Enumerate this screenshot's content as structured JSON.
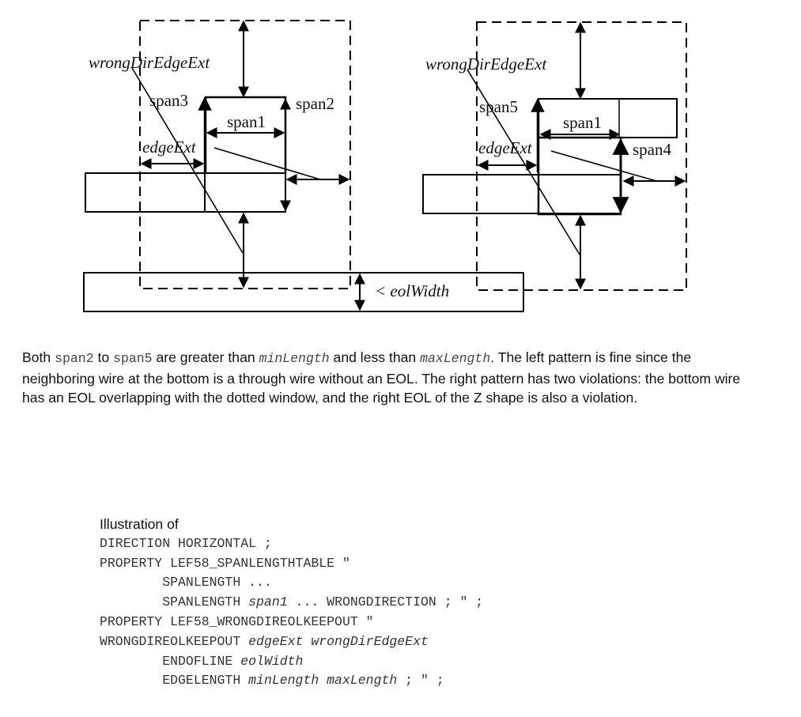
{
  "diagram": {
    "left_pattern": {
      "labels": {
        "wrong_dir_edge_ext": "wrongDirEdgeExt",
        "span3": "span3",
        "span2": "span2",
        "span1": "span1",
        "edge_ext": "edgeExt"
      }
    },
    "right_pattern": {
      "labels": {
        "wrong_dir_edge_ext": "wrongDirEdgeExt",
        "span5": "span5",
        "span1": "span1",
        "edge_ext": "edgeExt",
        "span4": "span4"
      }
    },
    "bottom_wire_label": "< eolWidth"
  },
  "caption": {
    "parts": [
      {
        "text": "Both ",
        "style": "normal"
      },
      {
        "text": "span2",
        "style": "mono"
      },
      {
        "text": " to ",
        "style": "normal"
      },
      {
        "text": "span5",
        "style": "mono"
      },
      {
        "text": " are greater than ",
        "style": "normal"
      },
      {
        "text": "minLength",
        "style": "mono-italic"
      },
      {
        "text": " and less than ",
        "style": "normal"
      },
      {
        "text": "maxLength",
        "style": "mono-italic"
      },
      {
        "text": ". The left pattern is fine since the neighboring wire at the bottom is a through wire without an EOL. The right pattern has two violations: the bottom wire has an EOL overlapping with the dotted window, and the right EOL of the Z shape is also a violation.",
        "style": "normal"
      }
    ]
  },
  "code": {
    "heading": "Illustration of",
    "lines": [
      [
        {
          "t": "DIRECTION HORIZONTAL ;"
        }
      ],
      [
        {
          "t": "PROPERTY LEF58_SPANLENGTHTABLE \""
        }
      ],
      [
        {
          "t": "        SPANLENGTH ..."
        }
      ],
      [
        {
          "t": "        SPANLENGTH "
        },
        {
          "t": "span1",
          "i": true
        },
        {
          "t": " ... WRONGDIRECTION ; \" ;"
        }
      ],
      [
        {
          "t": "PROPERTY LEF58_WRONGDIREOLKEEPOUT \""
        }
      ],
      [
        {
          "t": "WRONGDIREOLKEEPOUT "
        },
        {
          "t": "edgeExt wrongDirEdgeExt",
          "i": true
        }
      ],
      [
        {
          "t": "        ENDOFLINE "
        },
        {
          "t": "eolWidth",
          "i": true
        }
      ],
      [
        {
          "t": "        EDGELENGTH "
        },
        {
          "t": "minLength maxLength",
          "i": true
        },
        {
          "t": " ; \" ;"
        }
      ]
    ]
  }
}
